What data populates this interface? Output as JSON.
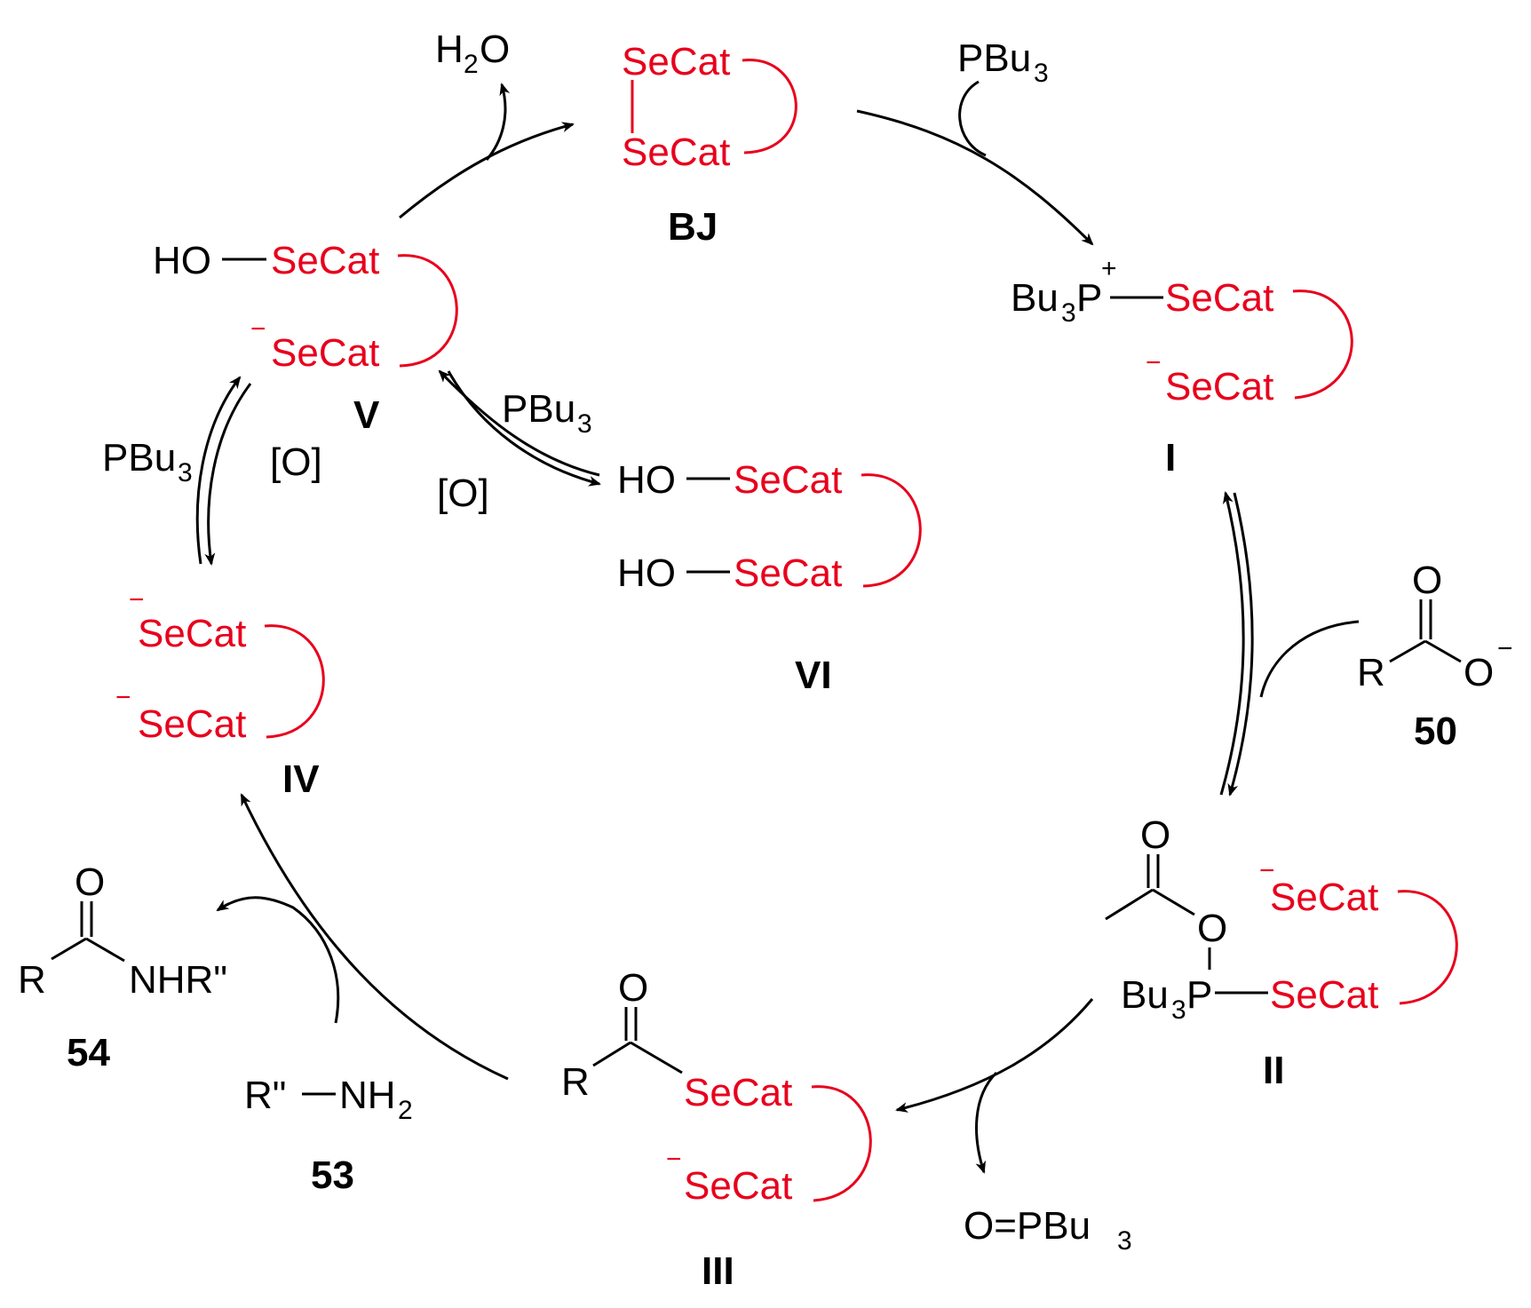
{
  "text": {
    "secat": "SeCat",
    "ho": "HO",
    "water_h": "H",
    "water_2": "2",
    "water_o": "O",
    "pbu": "PBu",
    "sub3": "3",
    "oxid": "[O]",
    "bu": "Bu",
    "p": "P",
    "plus": "+",
    "minus": "−",
    "o": "O",
    "r": "R",
    "nhr": "NHR\"",
    "r2": "R\"",
    "nh": "NH",
    "sub2": "2",
    "opbu": "O=PBu"
  },
  "labels": {
    "bj": "BJ",
    "i": "I",
    "ii": "II",
    "iii": "III",
    "iv": "IV",
    "v": "V",
    "vi": "VI",
    "c50": "50",
    "c53": "53",
    "c54": "54"
  },
  "colors": {
    "catalyst": "#e8001c",
    "ink": "#000000"
  }
}
